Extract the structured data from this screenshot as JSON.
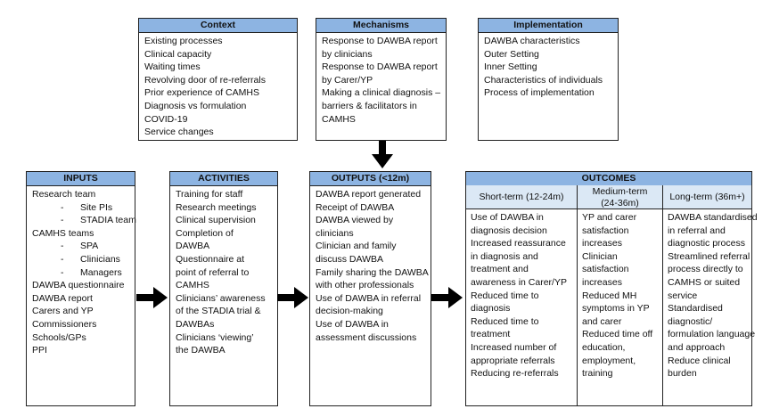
{
  "context": {
    "title": "Context",
    "items": [
      "Existing processes",
      "Clinical capacity",
      "Waiting times",
      "Revolving door of re-referrals",
      "Prior experience of CAMHS",
      "Diagnosis vs formulation",
      "COVID-19",
      "Service changes"
    ]
  },
  "mechanisms": {
    "title": "Mechanisms",
    "items": [
      "Response to DAWBA report",
      "by clinicians",
      "Response to DAWBA report",
      "by Carer/YP",
      "Making a clinical diagnosis –",
      "barriers & facilitators in",
      "CAMHS"
    ]
  },
  "implementation": {
    "title": "Implementation",
    "items": [
      "DAWBA characteristics",
      "Outer Setting",
      "Inner Setting",
      "Characteristics of individuals",
      "Process of implementation"
    ]
  },
  "inputs": {
    "title": "INPUTS",
    "items": [
      {
        "text": "Research team",
        "sub": false
      },
      {
        "text": "Site PIs",
        "sub": true
      },
      {
        "text": "STADIA team",
        "sub": true
      },
      {
        "text": "CAMHS teams",
        "sub": false
      },
      {
        "text": "SPA",
        "sub": true
      },
      {
        "text": "Clinicians",
        "sub": true
      },
      {
        "text": "Managers",
        "sub": true
      },
      {
        "text": "DAWBA questionnaire",
        "sub": false
      },
      {
        "text": "DAWBA report",
        "sub": false
      },
      {
        "text": "Carers and YP",
        "sub": false
      },
      {
        "text": "Commissioners",
        "sub": false
      },
      {
        "text": "Schools/GPs",
        "sub": false
      },
      {
        "text": "PPI",
        "sub": false
      }
    ]
  },
  "activities": {
    "title": "ACTIVITIES",
    "items": [
      "Training for staff",
      "Research meetings",
      "Clinical supervision",
      "Completion of",
      "DAWBA",
      "Questionnaire at",
      "point of referral to",
      "CAMHS",
      "Clinicians’ awareness",
      "of the STADIA trial &",
      "DAWBAs",
      "Clinicians ‘viewing’",
      "the DAWBA"
    ]
  },
  "outputs": {
    "title": "OUTPUTS (<12m)",
    "items": [
      "DAWBA report generated",
      "Receipt of DAWBA",
      "DAWBA viewed by",
      "clinicians",
      "Clinician and family",
      "discuss DAWBA",
      "Family sharing the DAWBA",
      "with other professionals",
      "Use of DAWBA in referral",
      "decision-making",
      "Use of DAWBA in",
      "assessment discussions"
    ]
  },
  "outcomes": {
    "title": "OUTCOMES",
    "short": {
      "title": "Short-term (12-24m)",
      "items": [
        "Use of DAWBA in",
        "diagnosis decision",
        "Increased reassurance",
        "in diagnosis and",
        "treatment and",
        "awareness in Carer/YP",
        "Reduced time to",
        "diagnosis",
        "Reduced time to",
        "treatment",
        "Increased number of",
        "appropriate referrals",
        "Reducing re-referrals"
      ]
    },
    "medium": {
      "title_line1": "Medium-term",
      "title_line2": "(24-36m)",
      "items": [
        "YP and carer",
        "satisfaction",
        "increases",
        "Clinician",
        "satisfaction",
        "increases",
        "Reduced MH",
        "symptoms in YP",
        "and carer",
        "Reduced time off",
        "education,",
        "employment,",
        "training"
      ]
    },
    "long": {
      "title": "Long-term (36m+)",
      "items": [
        "DAWBA standardised",
        "in referral and",
        "diagnostic process",
        "Streamlined referral",
        "process directly to",
        "CAMHS or suited",
        "service",
        "Standardised",
        "diagnostic/",
        "formulation language",
        "and approach",
        "Reduce clinical",
        "burden"
      ]
    }
  }
}
